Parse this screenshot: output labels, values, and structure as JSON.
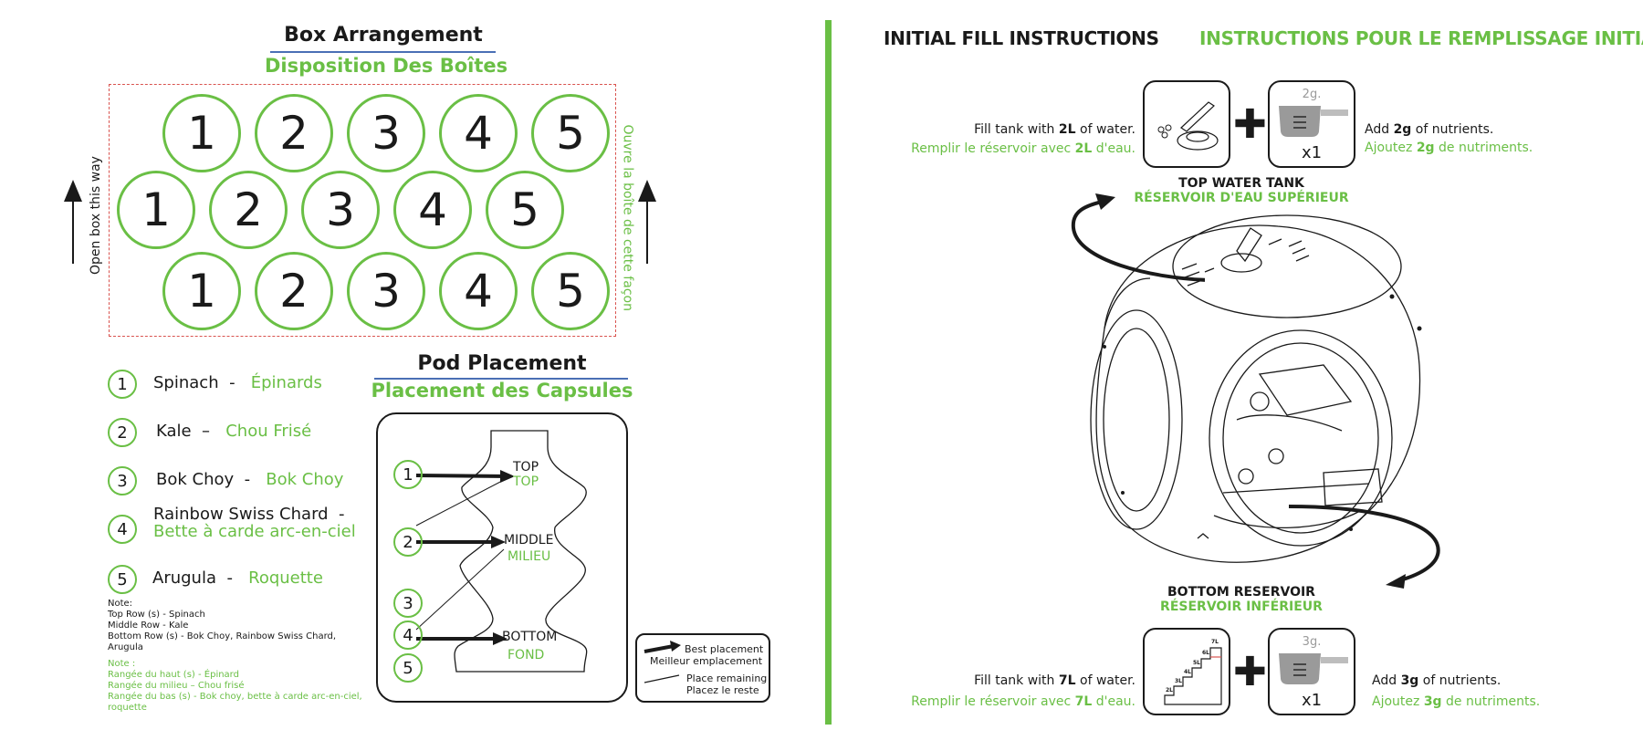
{
  "box": {
    "title": "Box Arrangement",
    "subtitle": "Disposition Des Boîtes",
    "rows": [
      [
        "1",
        "2",
        "3",
        "4",
        "5"
      ],
      [
        "1",
        "2",
        "3",
        "4",
        "5"
      ],
      [
        "1",
        "2",
        "3",
        "4",
        "5"
      ]
    ],
    "left_label": "Open box this way",
    "right_label": "Ouvre la boîte de cette façon"
  },
  "legend": [
    {
      "num": "1",
      "en": "Spinach",
      "sep": "-",
      "fr": "Épinards"
    },
    {
      "num": "2",
      "en": "Kale",
      "sep": "–",
      "fr": "Chou Frisé"
    },
    {
      "num": "3",
      "en": "Bok Choy",
      "sep": "-",
      "fr": "Bok Choy"
    },
    {
      "num": "4",
      "en": "Rainbow Swiss Chard",
      "sep": "-",
      "fr": "Bette à carde arc-en-ciel"
    },
    {
      "num": "5",
      "en": "Arugula",
      "sep": "-",
      "fr": "Roquette"
    }
  ],
  "note_en": {
    "title": "Note:",
    "lines": [
      "Top Row (s) - Spinach",
      "Middle Row - Kale",
      "Bottom Row (s) - Bok Choy, Rainbow Swiss Chard, Arugula"
    ]
  },
  "note_fr": {
    "title": "Note :",
    "lines": [
      "Rangée du haut (s) - Épinard",
      "Rangée du milieu – Chou frisé",
      "Rangée du bas (s) - Bok choy, bette à carde arc-en-ciel, roquette"
    ]
  },
  "pod": {
    "title": "Pod Placement",
    "subtitle": "Placement des Capsules",
    "nums": [
      "1",
      "2",
      "3",
      "4",
      "5"
    ],
    "top_en": "TOP",
    "top_fr": "TOP",
    "middle_en": "MIDDLE",
    "middle_fr": "MILIEU",
    "bottom_en": "BOTTOM",
    "bottom_fr": "FOND",
    "key_best_en": "Best placement",
    "key_best_fr": "Meilleur emplacement",
    "key_rest_en": "Place remaining",
    "key_rest_fr": "Placez le reste"
  },
  "fill": {
    "title_en": "INITIAL FILL INSTRUCTIONS",
    "title_fr": "INSTRUCTIONS POUR LE REMPLISSAGE INITIAL",
    "top": {
      "water_pre": "Fill tank with ",
      "water_amt": "2L",
      "water_post": " of water.",
      "water_fr_pre": "Remplir le réservoir avec ",
      "water_fr_amt": "2L",
      "water_fr_post": " d'eau.",
      "nut_pre": "Add ",
      "nut_amt": "2g",
      "nut_post": " of nutrients.",
      "nut_fr_pre": "Ajoutez ",
      "nut_fr_amt": "2g",
      "nut_fr_post": " de nutriments.",
      "scoop_label": "2g.",
      "count": "x1",
      "caption_en": "TOP WATER TANK",
      "caption_fr": "RÉSERVOIR D'EAU SUPÉRIEUR"
    },
    "bottom": {
      "water_pre": "Fill tank with ",
      "water_amt": "7L",
      "water_post": " of water.",
      "water_fr_pre": "Remplir le réservoir avec ",
      "water_fr_amt": "7L",
      "water_fr_post": " d'eau.",
      "nut_pre": "Add ",
      "nut_amt": "3g",
      "nut_post": " of nutrients.",
      "nut_fr_pre": "Ajoutez ",
      "nut_fr_amt": "3g",
      "nut_fr_post": " de nutriments.",
      "scoop_label": "3g.",
      "count": "x1",
      "caption_en": "BOTTOM RESERVOIR",
      "caption_fr": "RÉSERVOIR INFÉRIEUR",
      "steps": [
        "7L",
        "6L",
        "5L",
        "4L",
        "3L",
        "2L"
      ]
    }
  },
  "colors": {
    "green": "#6abf45",
    "blue": "#4a6fb5",
    "red": "#d9534f"
  },
  "icons": [
    "plus-icon",
    "water-tank-icon",
    "nutrient-scoop-icon",
    "up-arrow-icon",
    "curved-arrow-icon",
    "planter-sphere-icon",
    "staircase-gauge-icon"
  ]
}
